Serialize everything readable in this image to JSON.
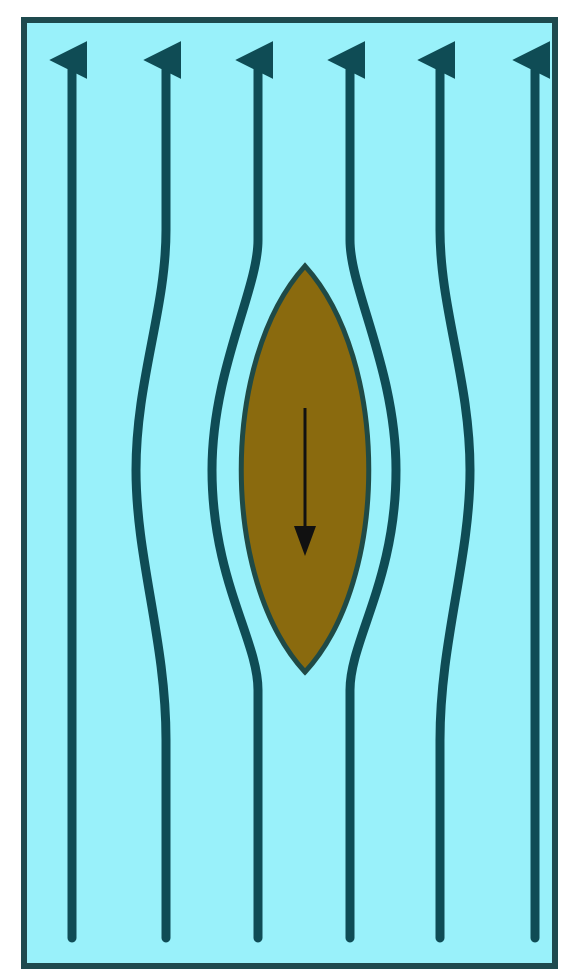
{
  "diagram": {
    "colors": {
      "fluid": "#99F1FA",
      "border": "#1E4A4E",
      "streamline": "#0F4C55",
      "body": "#8A6A0E",
      "body_outline": "#1F4A46",
      "arrow": "#111111"
    },
    "streamline_count": 6,
    "streamline_direction": "up",
    "body_motion_direction": "down",
    "body_shape": "lens"
  }
}
